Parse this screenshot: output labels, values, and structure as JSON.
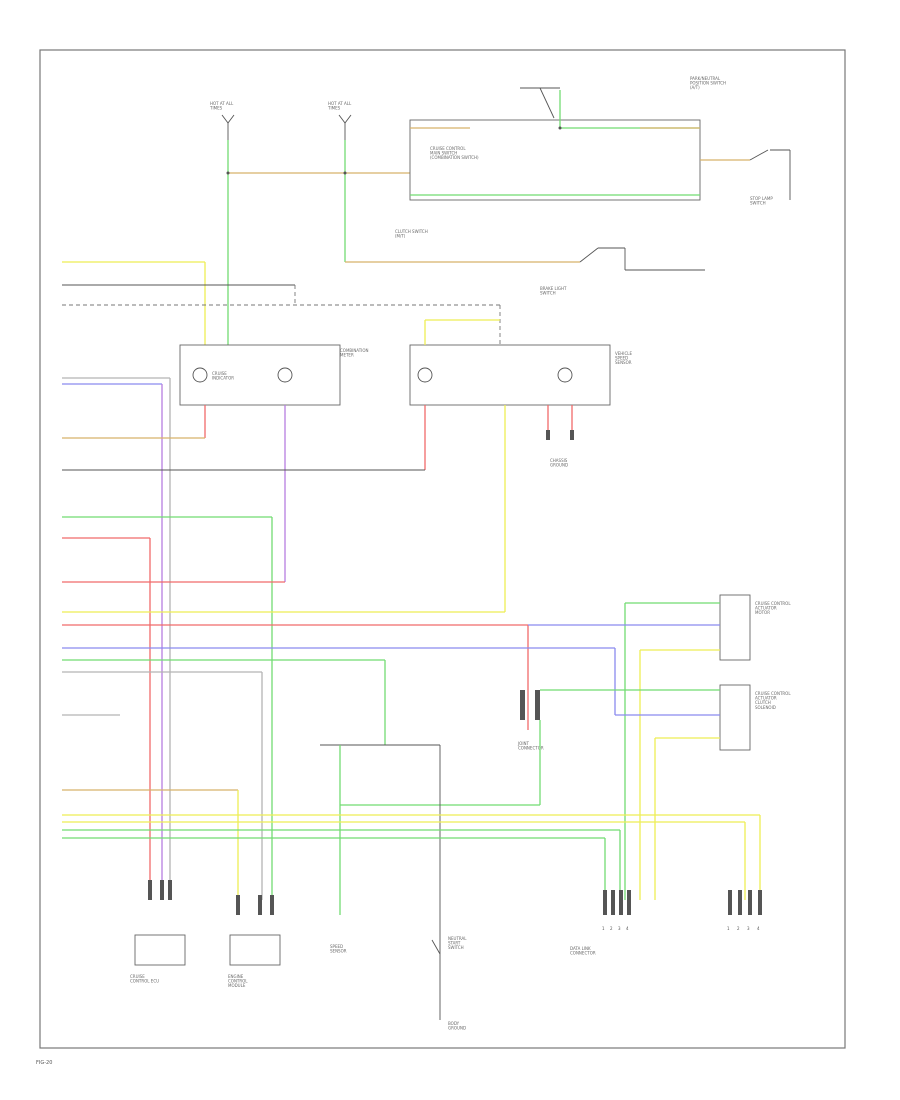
{
  "footer": {
    "label": "FIG-20"
  },
  "top": {
    "hot_fuse_left": "HOT AT ALL\nTIMES",
    "hot_fuse_right": "HOT AT ALL\nTIMES",
    "combo_switch": "CRUISE CONTROL\nMAIN SWITCH\n(COMBINATION SWITCH)",
    "clutch_switch": "CLUTCH SWITCH\n(M/T)",
    "stop_lamp_switch": "STOP LAMP\nSWITCH",
    "brake_light_switch": "BRAKE LIGHT\nSWITCH",
    "pedal_note": "PARK/NEUTRAL\nPOSITION SWITCH\n(A/T)"
  },
  "middle": {
    "cruise_indicator": "CRUISE\nINDICATOR",
    "combination_meter": "COMBINATION\nMETER",
    "ground_label": "CHASSIS\nGROUND",
    "ecu_top_right": "VEHICLE\nSPEED\nSENSOR"
  },
  "right": {
    "actuator_top": "CRUISE CONTROL\nACTUATOR\nMOTOR",
    "actuator_bottom": "CRUISE CONTROL\nACTUATOR\nCLUTCH\nSOLENOID"
  },
  "bottom": {
    "ecu_left": "CRUISE\nCONTROL ECU",
    "ecu_left2": "ENGINE\nCONTROL\nMODULE",
    "speed_sensor": "SPEED\nSENSOR",
    "neutral_switch": "NEUTRAL\nSTART\nSWITCH",
    "connector_a": "JOINT\nCONNECTOR",
    "connector_b": "DATA LINK\nCONNECTOR",
    "ground_bottom": "BODY\nGROUND"
  },
  "connector_pins": {
    "row_a": [
      "1",
      "2",
      "3",
      "4"
    ],
    "row_b": [
      "1",
      "2",
      "3",
      "4"
    ]
  }
}
